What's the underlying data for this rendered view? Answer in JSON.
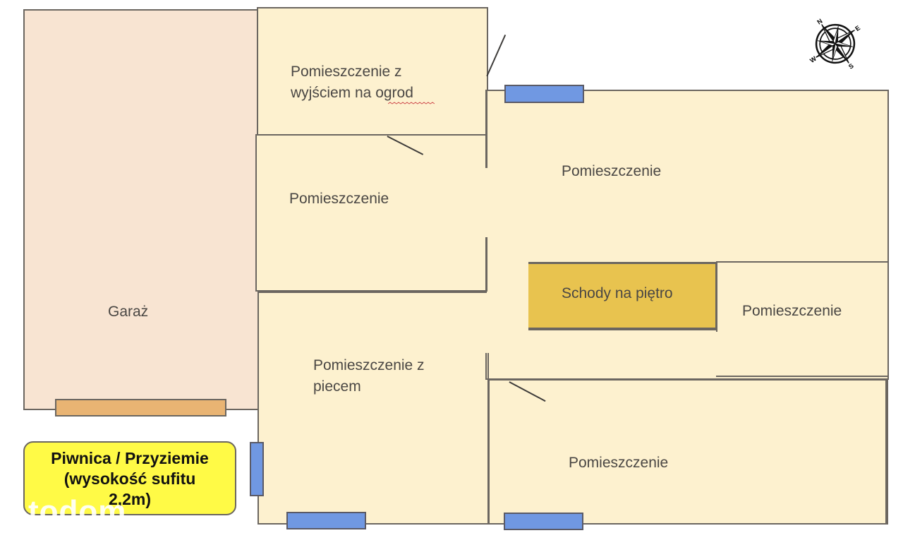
{
  "plan": {
    "colors": {
      "room_fill": "#fdf1cf",
      "garage_fill": "#f8e4d2",
      "stairs_fill": "#e8c34f",
      "window_fill": "#7098e2",
      "garage_door_fill": "#e9b473",
      "wall": "#6b6660",
      "note_fill": "#fffa46"
    },
    "rooms": {
      "garage": "Garaż",
      "garden_exit_line1": "Pomieszczenie z",
      "garden_exit_line2": "wyjściem na ogrod",
      "middle_left": "Pomieszczenie",
      "big_room": "Pomieszczenie",
      "stairs": "Schody na piętro",
      "right_small": "Pomieszczenie",
      "furnace_line1": "Pomieszczenie z",
      "furnace_line2": "piecem",
      "bottom_right": "Pomieszczenie"
    },
    "note": {
      "line1": "Piwnica / Przyziemie",
      "line2": "(wysokość sufitu",
      "line3": "2,2m)"
    },
    "compass": {
      "icon": "compass-rose-icon",
      "n": "N",
      "e": "E",
      "s": "S",
      "w": "W"
    },
    "watermark": "todom"
  }
}
